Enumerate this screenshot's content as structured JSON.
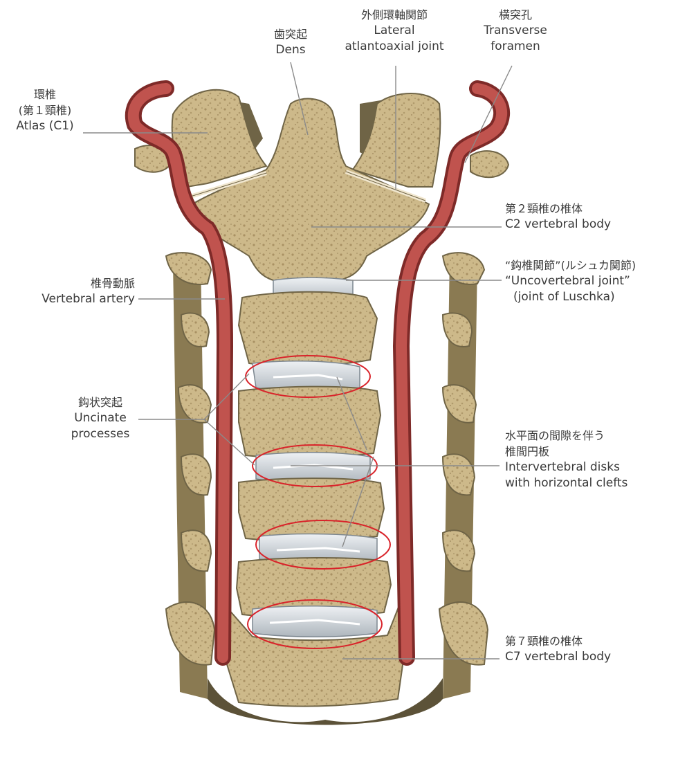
{
  "labels": {
    "atlas": {
      "jp1": "環椎",
      "jp2": "(第１頸椎)",
      "en": "Atlas (C1)"
    },
    "dens": {
      "jp": "歯突起",
      "en": "Dens"
    },
    "lateral_joint": {
      "jp": "外側環軸関節",
      "en1": "Lateral",
      "en2": "atlantoaxial joint"
    },
    "transverse_foramen": {
      "jp": "横突孔",
      "en1": "Transverse",
      "en2": "foramen"
    },
    "c2_body": {
      "jp": "第２頸椎の椎体",
      "en": "C2 vertebral body"
    },
    "uncovertebral": {
      "jp": "“鈎椎関節”(ルシュカ関節)",
      "en1": "“Uncovertebral joint”",
      "en2": "(joint of Luschka)"
    },
    "vertebral_artery": {
      "jp": "椎骨動脈",
      "en": "Vertebral artery"
    },
    "uncinate": {
      "jp": "鈎状突起",
      "en1": "Uncinate",
      "en2": "processes"
    },
    "disks": {
      "jp1": "水平面の間隙を伴う",
      "jp2": "椎間円板",
      "en1": "Intervertebral disks",
      "en2": "with horizontal clefts"
    },
    "c7_body": {
      "jp": "第７頸椎の椎体",
      "en": "C7 vertebral body"
    }
  },
  "colors": {
    "bone": "#cdb98a",
    "bone_dark": "#a99163",
    "bone_shadow": "#6f6446",
    "disk": "#d8dde2",
    "artery": "#b84a46",
    "artery_dark": "#7e2a28",
    "highlight_ring": "#d9232a",
    "leader_line": "#8a8a8a"
  }
}
